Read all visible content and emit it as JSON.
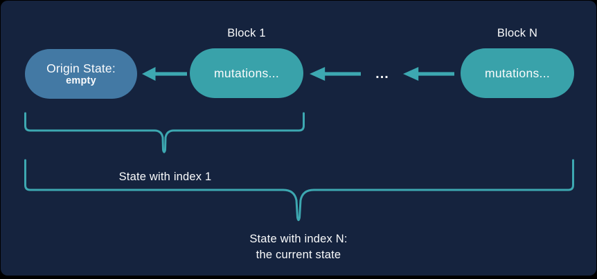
{
  "colors": {
    "background": "#15233E",
    "frame": "#000000",
    "pill_blue": "#4379A4",
    "pill_teal": "#39A2AA",
    "accent_line": "#3DA8B1",
    "text": "#FAFBFC"
  },
  "diagram": {
    "block1_label": "Block 1",
    "blockN_label": "Block N",
    "origin_state": {
      "title": "Origin State:",
      "value": "empty"
    },
    "block1_content": "mutations...",
    "blockN_content": "mutations...",
    "ellipsis": "...",
    "brace1_label": "State with index 1",
    "braceN_label_line1": "State with index N:",
    "braceN_label_line2": "the current state"
  }
}
